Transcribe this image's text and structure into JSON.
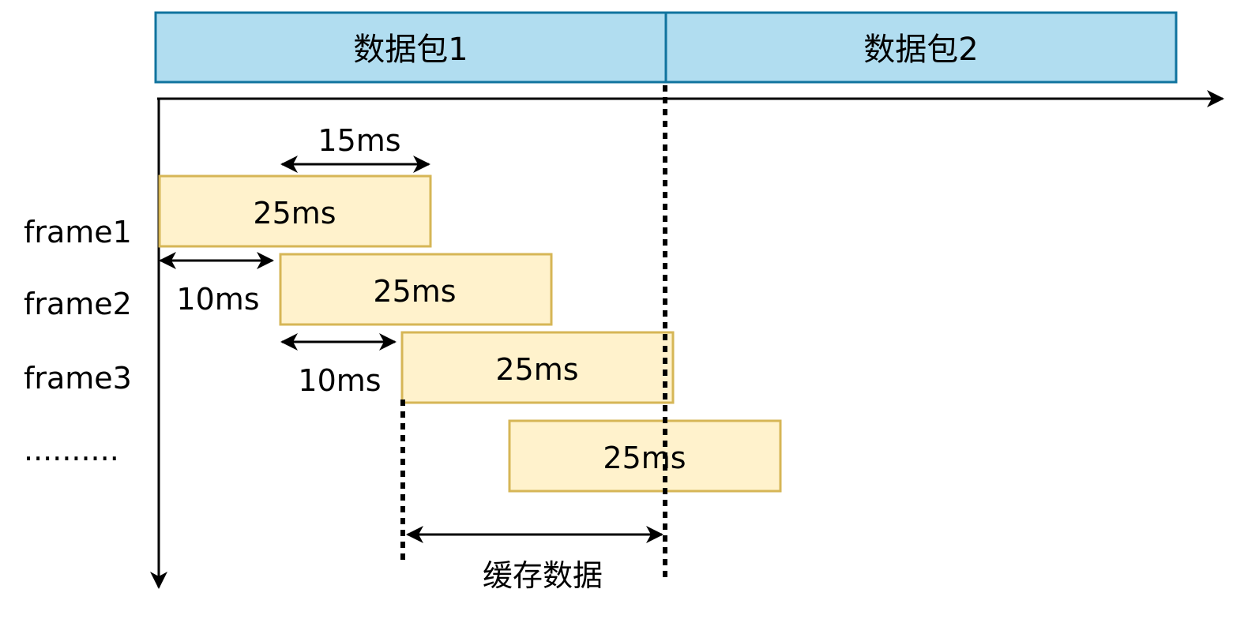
{
  "packets": [
    {
      "label": "数据包1"
    },
    {
      "label": "数据包2"
    }
  ],
  "frames": [
    {
      "row_label": "frame1",
      "duration_label": "25ms"
    },
    {
      "row_label": "frame2",
      "duration_label": "25ms"
    },
    {
      "row_label": "frame3",
      "duration_label": "25ms"
    },
    {
      "row_label": "..........",
      "duration_label": "25ms"
    }
  ],
  "dimensions": {
    "overlap": "15ms",
    "step_1": "10ms",
    "step_2": "10ms",
    "buffer": "缓存数据"
  },
  "colors": {
    "packet_fill": "#b1ddf0",
    "packet_stroke": "#10739e",
    "frame_fill": "#fff2cc",
    "frame_stroke": "#d6b656"
  }
}
